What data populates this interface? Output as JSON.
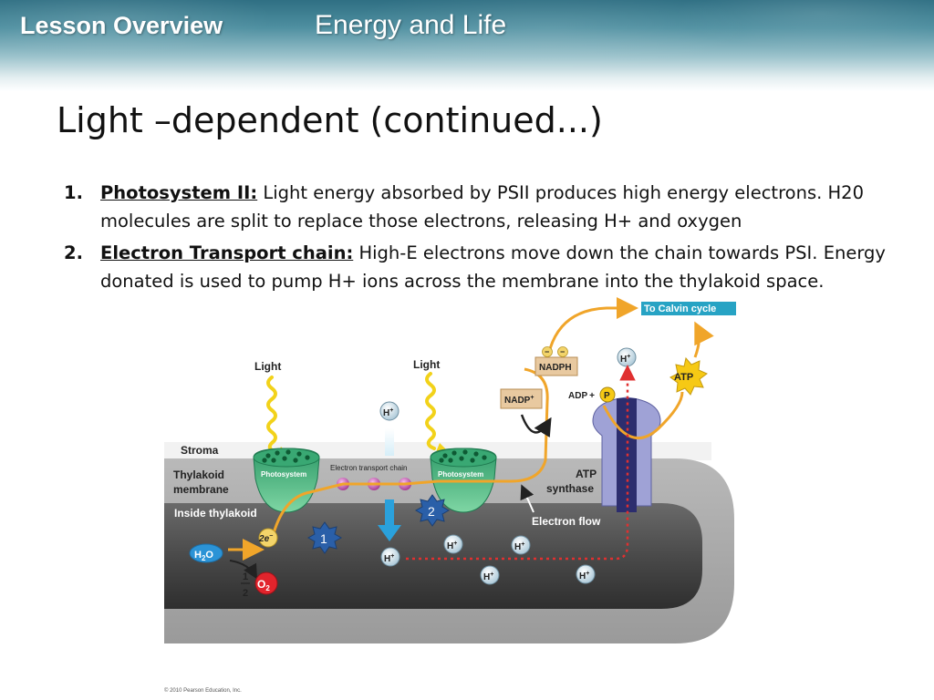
{
  "header": {
    "lesson_label": "Lesson Overview",
    "topic": "Energy and Life"
  },
  "slide": {
    "title": "Light –dependent (continued...)"
  },
  "bullets": [
    {
      "number": "1.",
      "term": "Photosystem II:",
      "text": " Light energy absorbed by PSII produces high energy electrons. H20 molecules are split to replace those electrons, releasing H+ and oxygen"
    },
    {
      "number": "2.",
      "term": "Electron Transport chain:",
      "text": "  High-E electrons move down the chain towards PSI. Energy donated is used to pump H+ ions across the membrane  into the thylakoid space."
    }
  ],
  "diagram": {
    "light_left": "Light",
    "light_right": "Light",
    "stroma": "Stroma",
    "thylakoid_membrane_1": "Thylakoid",
    "thylakoid_membrane_2": "membrane",
    "inside_thylakoid": "Inside thylakoid",
    "photosystem_left": "Photosystem",
    "photosystem_right": "Photosystem",
    "electron_transport_chain": "Electron transport chain",
    "atp_synthase_1": "ATP",
    "atp_synthase_2": "synthase",
    "electron_flow": "Electron flow",
    "to_calvin": "To Calvin cycle",
    "nadph": "NADPH",
    "nadp_base": "NADP",
    "nadp_sup": "+",
    "adp": "ADP",
    "adp_plus": "+",
    "p": "P",
    "atp": "ATP",
    "h_base": "H",
    "h_sup": "+",
    "h2o_h": "H",
    "h2o_2": "2",
    "h2o_o": "O",
    "two_e_2": "2",
    "two_e_e": "e",
    "two_e_sup": "−",
    "half_num": "1",
    "half_den": "2",
    "o2_o": "O",
    "o2_2": "2",
    "minus": "−",
    "step_1": "1",
    "step_2": "2"
  },
  "footer": {
    "copyright": "© 2010 Pearson Education, Inc."
  },
  "colors": {
    "header_dark": "#2f6f83",
    "photosystem_green": "#3cae7a",
    "arrow_orange": "#f0a52a",
    "membrane_gray": "#a9a9a9",
    "calvin_box": "#27a3c4",
    "oxygen_red": "#e2242c",
    "water_blue": "#2b93d6",
    "electron_flow_red": "#e03030",
    "atp_yellow": "#f6c915"
  }
}
